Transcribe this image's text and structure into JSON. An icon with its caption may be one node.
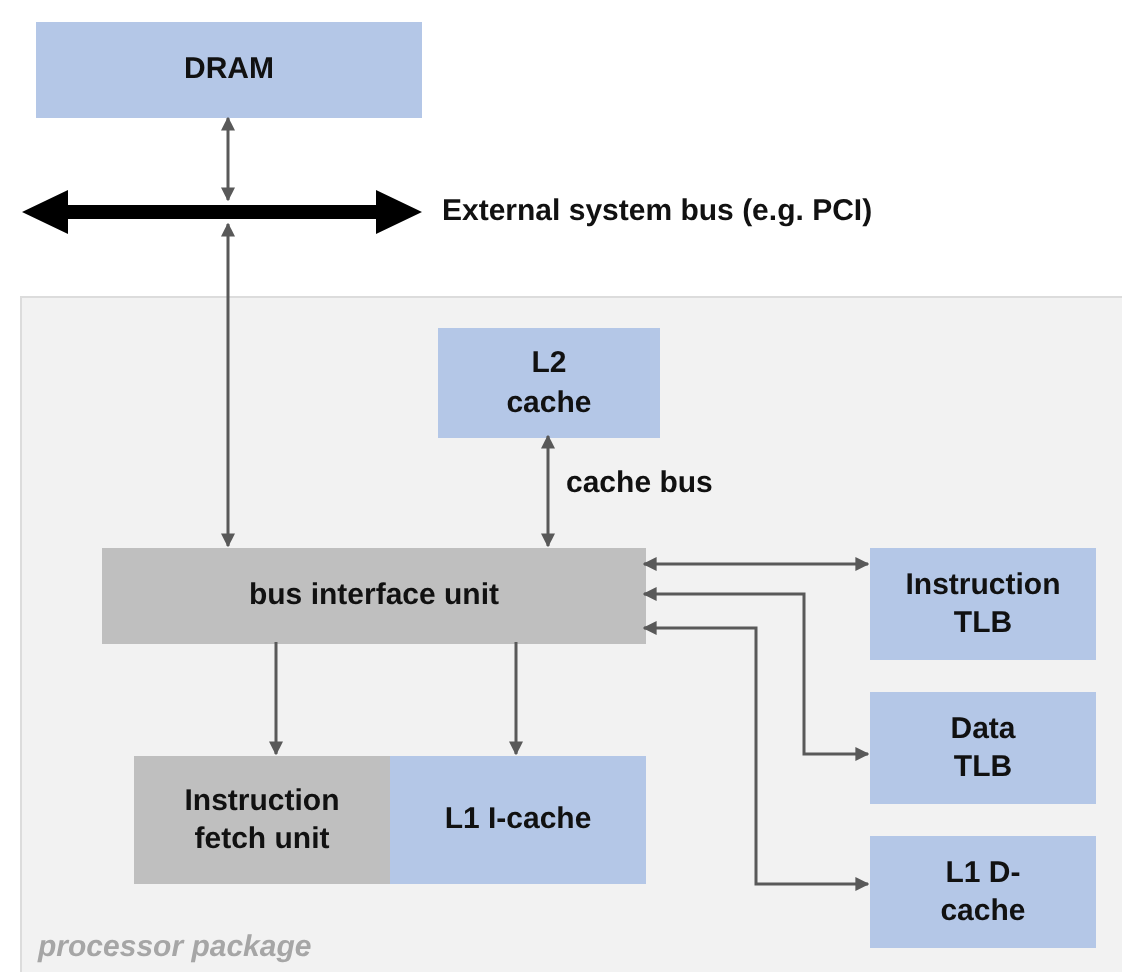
{
  "diagram": {
    "nodes": [
      {
        "text": [
          "DRAM"
        ]
      },
      {
        "text": [
          "External system bus (e.g. PCI)"
        ]
      },
      {
        "text": [
          "processor package"
        ]
      },
      {
        "text": [
          "L2 cache"
        ],
        "in": 2
      },
      {
        "text": [
          "bus interface unit"
        ],
        "in": 2
      },
      {
        "text": [
          "Instruction TLB"
        ],
        "in": 2
      },
      {
        "text": [
          "Data TLB"
        ],
        "in": 2
      },
      {
        "text": [
          "L1 D-cache"
        ],
        "in": 2
      },
      {
        "text": [
          "Instruction fetch unit"
        ],
        "in": 2
      },
      {
        "text": [
          "L1 I-cache"
        ],
        "in": 2
      }
    ],
    "edges": [
      {
        "from": 0,
        "to": 1,
        "arrow": "both"
      },
      {
        "from": 1,
        "to": 4,
        "arrow": "both"
      },
      {
        "from": 3,
        "to": 4,
        "arrow": "both",
        "label": "cache bus"
      },
      {
        "from": 4,
        "to": 5,
        "arrow": "both"
      },
      {
        "from": 4,
        "to": 6,
        "arrow": "both"
      },
      {
        "from": 4,
        "to": 7,
        "arrow": "both"
      },
      {
        "from": 4,
        "to": 8,
        "arrow": "to"
      },
      {
        "from": 4,
        "to": 9,
        "arrow": "to"
      }
    ]
  }
}
